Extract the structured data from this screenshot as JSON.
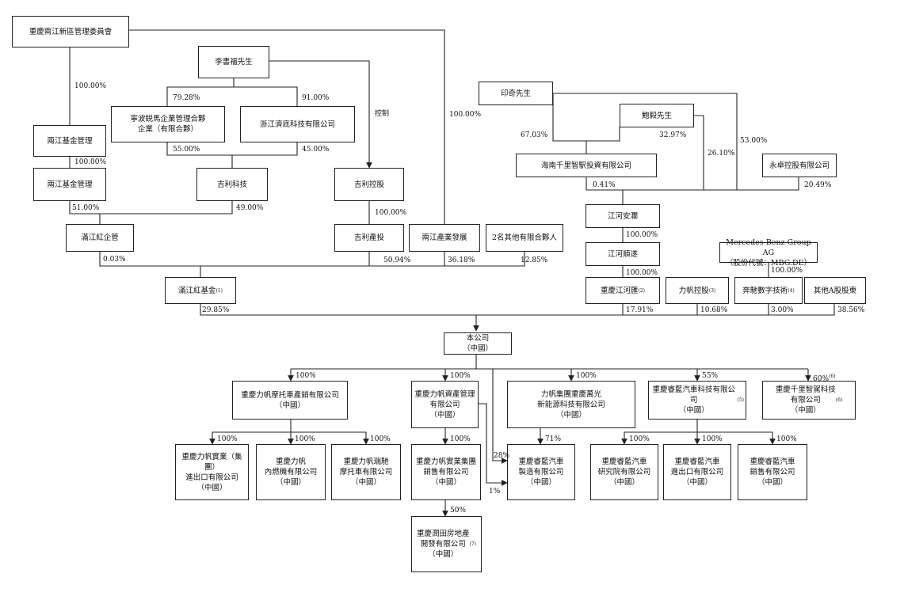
{
  "entities": {
    "liangjiang_committee": "重慶兩江新區管理委員會",
    "li_shufu": "李書福先生",
    "ningbo_partnership": "寧波鋭馬企業管理合夥\n企業（有限合夥）",
    "zhejiang_jidi": "浙江濟底科技有限公司",
    "liangjiang_fund_mgmt_1": "兩江基金管理",
    "liangjiang_fund_mgmt_2": "兩江基金管理",
    "geely_tech": "吉利科技",
    "geely_holding": "吉利控股",
    "manjiang_red_enterprise": "滿江紅企管",
    "geely_industry_invest": "吉利產投",
    "liangjiang_industry_dev": "兩江產業發展",
    "two_other_lps": "2名其他有限合夥人",
    "manjiang_red_fund": "滿江紅基金",
    "yin_qi": "印奇先生",
    "bao_yi": "鮑毅先生",
    "hainan_qianli": "海南千里智駅投資有限公司",
    "yongzhuo": "永卓控股有限公司",
    "jianghe_anlan": "江河安瀾",
    "jianghe_shunsui": "江河順遂",
    "mercedes": "Mercedes-Benz Group AG\n（股份代號：MBG.DE）",
    "cq_jianghe_hui": "重慶江河匯",
    "lifan_holding": "力帆控股",
    "benchi_digital": "奔馳數字技術",
    "other_a_shareholders": "其他A股股東",
    "company": "本公司\n（中國）",
    "lifan_motorcycle": "重慶力帆摩托車產銷有限公司\n（中國）",
    "lifan_asset": "重慶力帆資產管理\n有限公司\n（中國）",
    "lifan_group_wanguang": "力帆集團重慶萬光\n新能源科技有限公司\n（中國）",
    "ruilan_auto_tech": "重慶睿藍汽車科技有限公司\n（中國）",
    "qianli_smart_drive": "重慶千里智駕科技\n有限公司\n（中國）",
    "lifan_industry_ie": "重慶力帆實業（集團）\n進出口有限公司\n（中國）",
    "lifan_ice": "重慶力帆\n內燃機有限公司\n（中國）",
    "lifan_ruichi": "重慶力帆瑞馳\n摩托車有限公司\n（中國）",
    "lifan_industry_sales": "重慶力帆實業集團\n銷售有限公司\n（中國）",
    "ruilan_manufacturing": "重慶睿藍汽車\n製造有限公司\n（中國）",
    "ruilan_research": "重慶睿藍汽車\n研究院有限公司\n（中國）",
    "ruilan_ie": "重慶睿藍汽車\n進出口有限公司\n（中國）",
    "ruilan_sales": "重慶睿藍汽車\n銷售有限公司\n（中國）",
    "runtian_realestate": "重慶潤田房地產\n開發有限公司\n（中國）"
  },
  "notes": {
    "manjiang_red_fund": "(1)",
    "cq_jianghe_hui": "(2)",
    "lifan_holding": "(3)",
    "benchi_digital": "(4)",
    "ruilan_auto_tech": "(5)",
    "qianli_smart_drive": "(6)",
    "runtian_realestate": "(7)",
    "qianli_pct": "(6)"
  },
  "labels": {
    "p_committee_fund": "100.00%",
    "p_committee_dev": "100.00%",
    "p_li_ningbo": "79.28%",
    "p_li_jidi": "91.00%",
    "control": "控制",
    "p_ningbo_geelytech": "55.00%",
    "p_jidi_geelytech": "45.00%",
    "p_fund_fund": "100.00%",
    "p_fund_mj": "51.00%",
    "p_geelytech_mj": "49.00%",
    "p_holding_invest": "100.00%",
    "p_mj_fund": "0.03%",
    "p_invest_fund": "50.94%",
    "p_dev_fund": "36.18%",
    "p_lps_fund": "12.85%",
    "p_yin_hainan": "67.03%",
    "p_bao_hainan": "32.97%",
    "p_bao_anlan": "26.10%",
    "p_yin_anlan": "53.00%",
    "p_hainan_anlan": "0.41%",
    "p_yongzhuo_anlan": "20.49%",
    "p_anlan_shunsui": "100.00%",
    "p_shunsui_hui": "100.00%",
    "p_mercedes_benchi": "100.00%",
    "p_fund_company": "29.85%",
    "p_hui_company": "17.91%",
    "p_lifan_company": "10.68%",
    "p_benchi_company": "3.00%",
    "p_other_company": "38.56%",
    "p_c_moto": "100%",
    "p_c_asset": "100%",
    "p_c_wanguang": "100%",
    "p_c_ruilan": "55%",
    "p_c_qianli": "60%",
    "p_moto_ie": "100%",
    "p_moto_ice": "100%",
    "p_moto_ruichi": "100%",
    "p_asset_sales": "100%",
    "p_c_mfg": "28%",
    "p_asset_mfg": "1%",
    "p_wanguang_mfg": "71%",
    "p_ruilan_research": "100%",
    "p_ruilan_ie": "100%",
    "p_ruilan_sales": "100%",
    "p_sales_runtian": "50%"
  }
}
